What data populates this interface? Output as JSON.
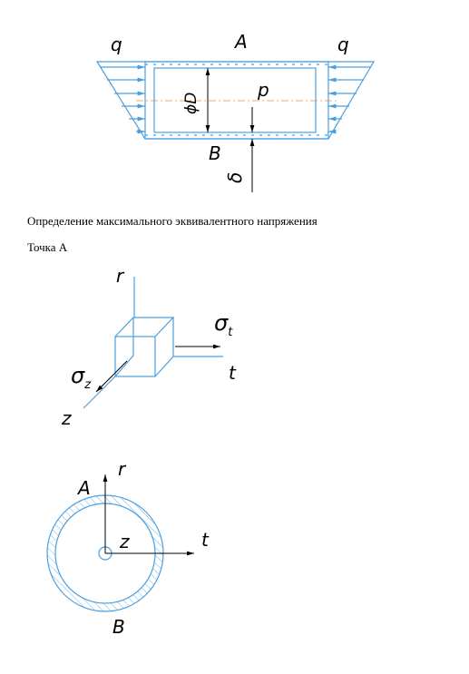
{
  "figure1": {
    "label_q_left": "q",
    "label_q_right": "q",
    "label_A": "A",
    "label_B": "B",
    "label_D": "ϕD",
    "label_p": "p",
    "label_delta": "δ"
  },
  "text": {
    "heading": "Определение максимального эквивалентного напряжения",
    "point_a": "Точка А"
  },
  "figure2": {
    "label_r": "r",
    "label_t": "t",
    "label_z": "z",
    "sigma_t": "σ",
    "sigma_t_sub": "t",
    "sigma_z": "σ",
    "sigma_z_sub": "z"
  },
  "figure3": {
    "label_r": "r",
    "label_t": "t",
    "label_z": "z",
    "label_A": "A",
    "label_B": "B"
  },
  "colors": {
    "drawing": "#4a9fe0",
    "centerline": "#e09040"
  }
}
